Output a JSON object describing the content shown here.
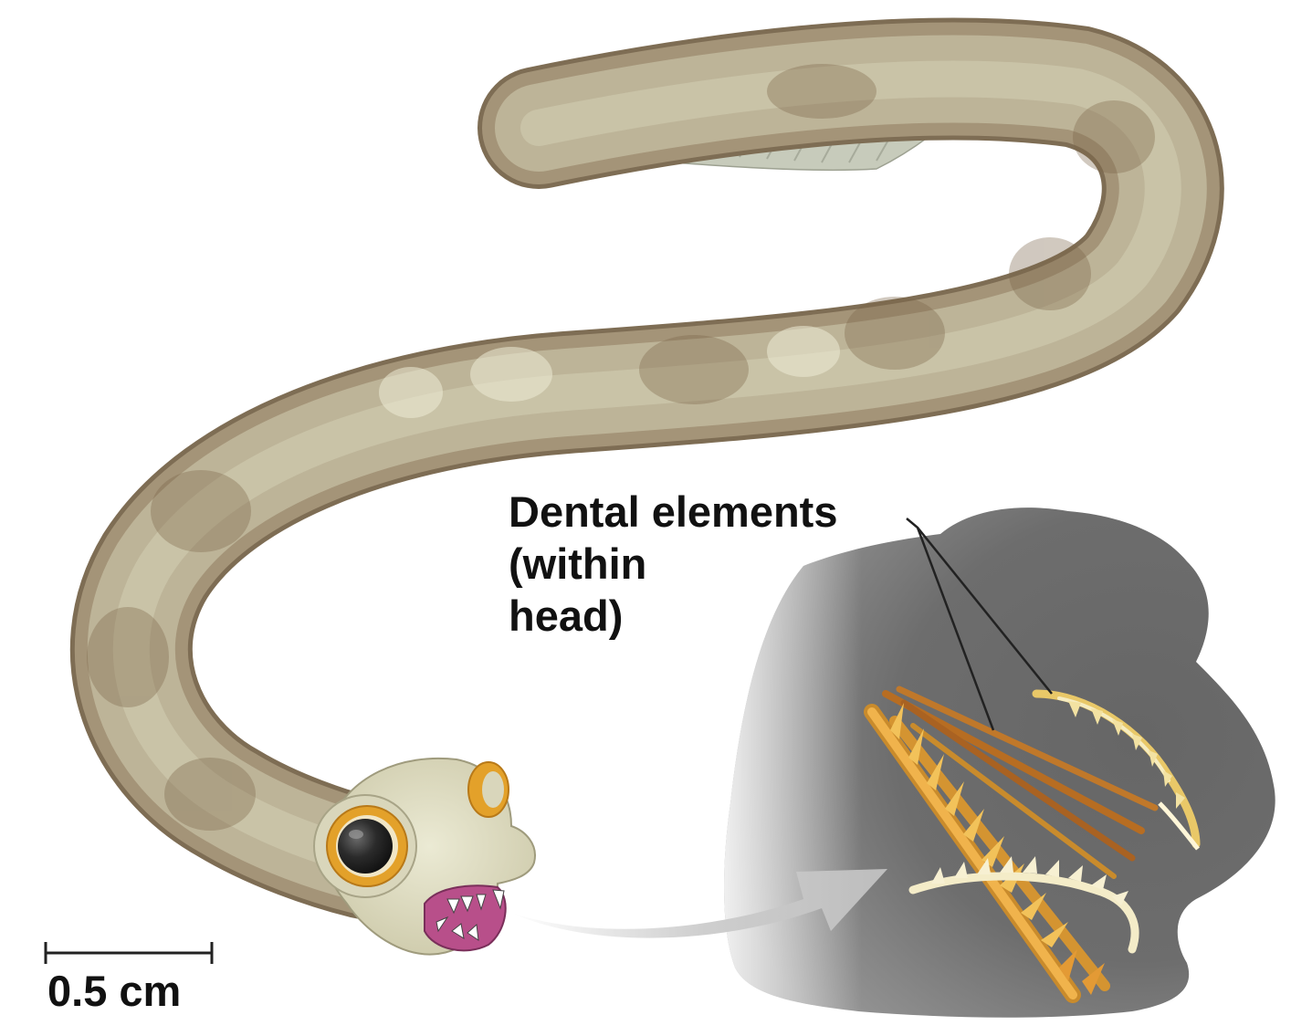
{
  "callout": {
    "line1": "Dental elements",
    "line2": "(within",
    "line3": "head)"
  },
  "scale_bar": {
    "label": "0.5 cm"
  },
  "colors": {
    "body_base": "#b7ab8c",
    "body_dark": "#8a7256",
    "body_light": "#dcd8c0",
    "fin": "#c9cdbe",
    "head": "#dad8be",
    "eye_ring": "#e3a12a",
    "eye_pupil": "#2a2a2a",
    "mouth": "#b84f8a",
    "inset_bg": "#6e6e6e",
    "teeth_orange": "#e3a338",
    "teeth_pale": "#f3e7b8",
    "arrow": "#c9c9c9"
  }
}
